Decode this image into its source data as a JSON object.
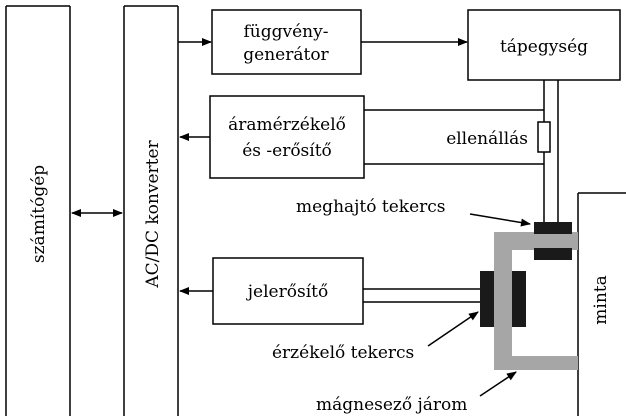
{
  "blocks": {
    "computer": "számítógép",
    "converter": "AC/DC konverter",
    "function_generator_line1": "függvény-",
    "function_generator_line2": "generátor",
    "power_supply": "tápegység",
    "current_sensor_line1": "áramérzékelő",
    "current_sensor_line2": "és -erősítő",
    "signal_amplifier": "jelerősítő",
    "sample": "minta"
  },
  "labels": {
    "resistor": "ellenállás",
    "drive_coil": "meghajtó tekercs",
    "sense_coil": "érzékelő tekercs",
    "yoke": "mágnesező járom"
  },
  "colors": {
    "line": "#000000",
    "coil": "#1a1a1a",
    "yoke": "#a6a6a6"
  }
}
